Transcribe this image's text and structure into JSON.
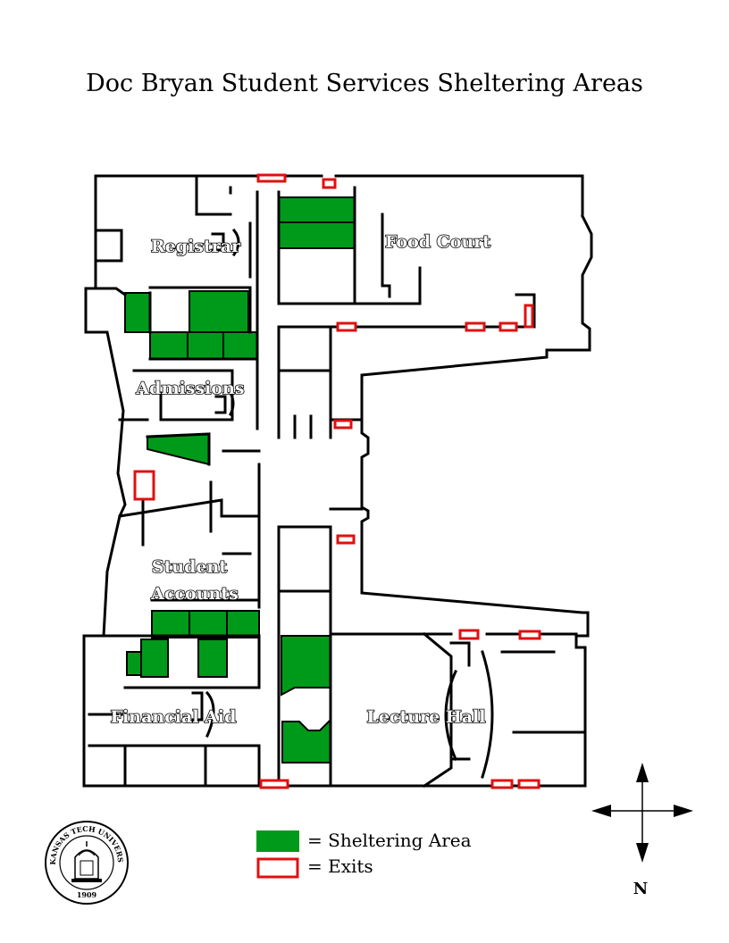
{
  "title": "Doc Bryan Student Services Sheltering Areas",
  "rooms": {
    "registrar": "Registrar",
    "food_court": "Food Court",
    "admissions": "Admissions",
    "student_accounts_line1": "Student",
    "student_accounts_line2": "Accounts",
    "financial_aid": "Financial Aid",
    "lecture_hall": "Lecture Hall"
  },
  "legend": {
    "sheltering": "= Sheltering Area",
    "exits": "= Exits"
  },
  "compass": {
    "north": "N"
  },
  "seal": {
    "text": "ARKANSAS TECH UNIVERSITY",
    "year": "1909"
  },
  "colors": {
    "shelter": "#009a1a",
    "exit": "#e01010"
  }
}
